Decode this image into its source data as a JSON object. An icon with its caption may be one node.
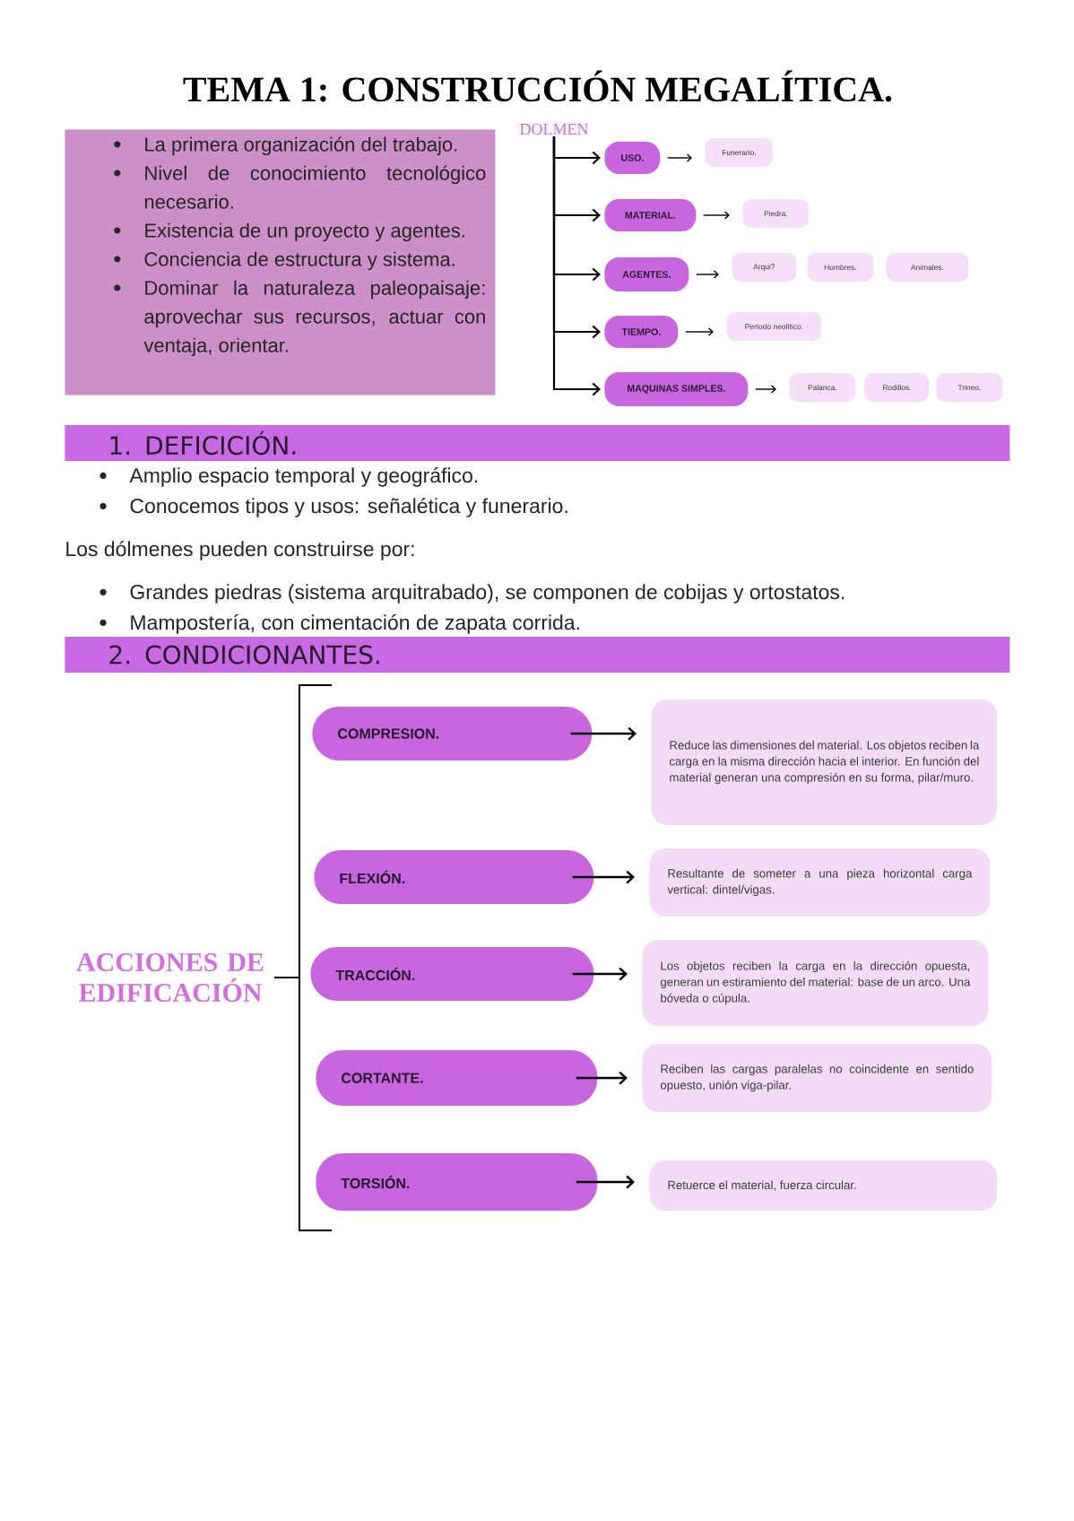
{
  "diagram": {
    "title": "TEMA 1: CONSTRUCCIÓN MEGALÍTICA.",
    "nodes": [
      {
        "text": [
          "La primera organización del trabajo.",
          "Nivel de conocimiento tecnológico necesario.",
          "Existencia de un proyecto y agentes.",
          "Conciencia de estructura y sistema.",
          "Dominar la naturaleza paleopaisaje: aprovechar sus recursos, actuar con ventaja, orientar."
        ]
      },
      {
        "text": [
          "DOLMEN"
        ]
      },
      {
        "text": [
          "USO."
        ]
      },
      {
        "text": [
          "Funerario."
        ]
      },
      {
        "text": [
          "MATERIAL."
        ]
      },
      {
        "text": [
          "Piedra."
        ]
      },
      {
        "text": [
          "AGENTES."
        ]
      },
      {
        "text": [
          "Arqui?"
        ]
      },
      {
        "text": [
          "Hombres."
        ]
      },
      {
        "text": [
          "Animales."
        ]
      },
      {
        "text": [
          "TIEMPO."
        ]
      },
      {
        "text": [
          "Período neolítico."
        ]
      },
      {
        "text": [
          "MAQUINAS SIMPLES."
        ]
      },
      {
        "text": [
          "Palanca."
        ]
      },
      {
        "text": [
          "Rodillos."
        ]
      },
      {
        "text": [
          "Trineo."
        ]
      },
      {
        "text": [
          "1. DEFICICIÓN."
        ]
      },
      {
        "text": [
          "2. CONDICIONANTES."
        ]
      },
      {
        "text": [
          "COMPRESION."
        ]
      },
      {
        "text": [
          "Reduce las dimensiones del material. Los objetos reciben la carga en la misma dirección hacia el interior. En función del material generan una compresión en su forma, pilar/muro."
        ]
      },
      {
        "text": [
          "FLEXIÓN."
        ]
      },
      {
        "text": [
          "Resultante de someter a una pieza horizontal carga vertical: dintel/vigas."
        ]
      },
      {
        "text": [
          "TRACCIÓN."
        ]
      },
      {
        "text": [
          "Los objetos reciben la carga en la dirección opuesta, generan un estiramiento del material: base de un arco. Una bóveda o cúpula."
        ]
      },
      {
        "text": [
          "CORTANTE."
        ]
      },
      {
        "text": [
          "Reciben las cargas paralelas no coincidente en sentido opuesto, unión viga-pilar."
        ]
      },
      {
        "text": [
          "TORSIÓN."
        ]
      },
      {
        "text": [
          "Retuerce el material, fuerza circular."
        ]
      }
    ],
    "edges": [
      {
        "from": 1,
        "to": 2,
        "arrow": "to"
      },
      {
        "from": 1,
        "to": 4,
        "arrow": "to"
      },
      {
        "from": 1,
        "to": 6,
        "arrow": "to"
      },
      {
        "from": 1,
        "to": 10,
        "arrow": "to"
      },
      {
        "from": 1,
        "to": 12,
        "arrow": "to"
      },
      {
        "from": 2,
        "to": 3,
        "arrow": "to"
      },
      {
        "from": 4,
        "to": 5,
        "arrow": "to"
      },
      {
        "from": 6,
        "to": 7,
        "arrow": "to"
      },
      {
        "from": 10,
        "to": 11,
        "arrow": "to"
      },
      {
        "from": 12,
        "to": 13,
        "arrow": "to"
      },
      {
        "from": 18,
        "to": 19,
        "arrow": "to"
      },
      {
        "from": 20,
        "to": 21,
        "arrow": "to"
      },
      {
        "from": 22,
        "to": 23,
        "arrow": "to"
      },
      {
        "from": 24,
        "to": 25,
        "arrow": "to"
      },
      {
        "from": 26,
        "to": 27,
        "arrow": "to"
      }
    ],
    "labels": [
      "Amplio espacio temporal y geográfico.",
      "Conocemos tipos y usos: señalética y funerario.",
      "Los dólmenes pueden construirse por:",
      "Grandes piedras (sistema arquitrabado), se componen de cobijas y ortostatos.",
      "Mampostería, con cimentación de zapata corrida.",
      "ACCIONES DE EDIFICACIÓN"
    ]
  }
}
